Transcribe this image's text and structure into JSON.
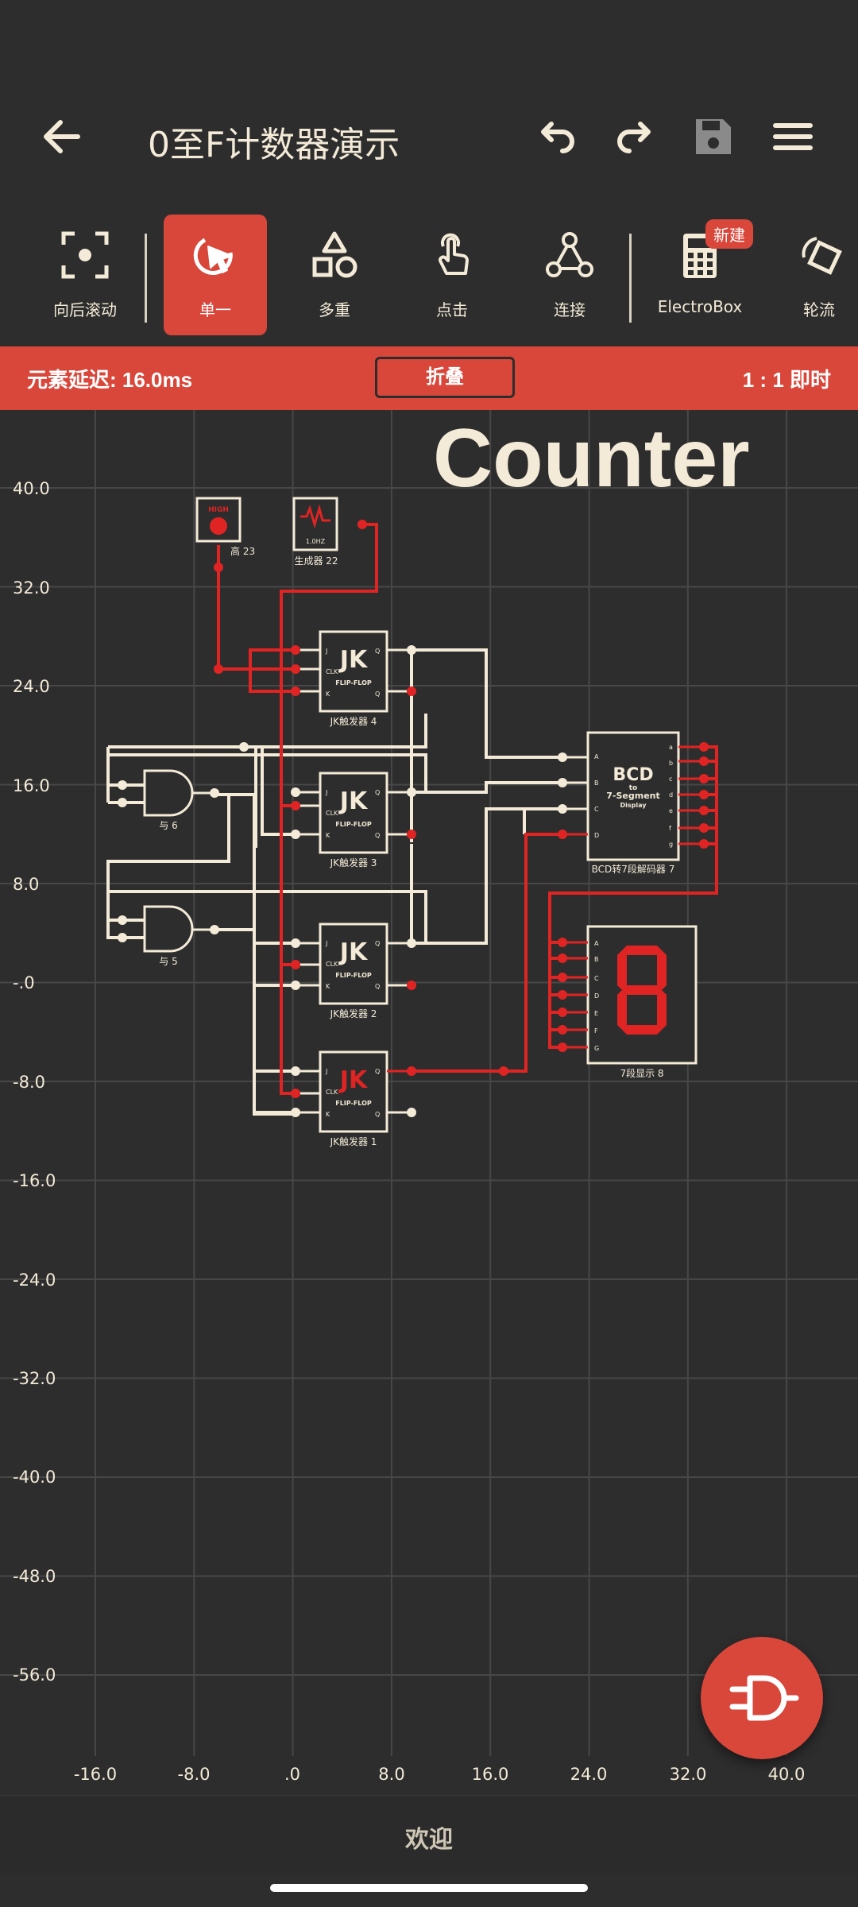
{
  "appbar": {
    "title": "0至F计数器演示",
    "back_icon": "arrow-left-icon",
    "undo_icon": "undo-icon",
    "redo_icon": "redo-icon",
    "save_icon": "floppy-disk-icon",
    "menu_icon": "hamburger-menu-icon"
  },
  "toolbar": {
    "items": [
      {
        "label": "向后滚动",
        "icon": "scroll-focus-icon"
      },
      {
        "label": "单一",
        "icon": "single-select-cursor-icon",
        "active": true
      },
      {
        "label": "多重",
        "icon": "shapes-icon"
      },
      {
        "label": "点击",
        "icon": "tap-hand-icon"
      },
      {
        "label": "连接",
        "icon": "connect-nodes-icon"
      },
      {
        "label": "ElectroBox",
        "icon": "calculator-icon",
        "badge": "新建"
      },
      {
        "label": "轮流",
        "icon": "rotate-icon"
      }
    ]
  },
  "status": {
    "delay": "元素延迟: 16.0ms",
    "collapse": "折叠",
    "scale": "1 : 1 即时"
  },
  "canvas": {
    "heading": "Counter",
    "y_ticks": [
      "40.0",
      "32.0",
      "24.0",
      "16.0",
      "8.0",
      "-.0",
      "-8.0",
      "-16.0",
      "-24.0",
      "-32.0",
      "-40.0",
      "-48.0",
      "-56.0"
    ],
    "x_ticks": [
      "-16.0",
      "-8.0",
      ".0",
      "8.0",
      "16.0",
      "24.0",
      "32.0",
      "40.0"
    ],
    "components": {
      "high": {
        "label": "高 23",
        "top": "HIGH"
      },
      "generator": {
        "label": "生成器 22",
        "freq": "1.0HZ"
      },
      "jk4": {
        "label": "JK触发器 4"
      },
      "jk3": {
        "label": "JK触发器 3"
      },
      "jk2": {
        "label": "JK触发器 2"
      },
      "jk1": {
        "label": "JK触发器 1"
      },
      "and6": {
        "label": "与 6"
      },
      "and5": {
        "label": "与 5"
      },
      "bcd": {
        "label": "BCD转7段解码器 7",
        "t1": "BCD",
        "t2": "to",
        "t3": "7-Segment",
        "t4": "Display"
      },
      "seg": {
        "label": "7段显示 8"
      },
      "jk_text": "JK",
      "ff_text": "FLIP-FLOP",
      "pin_j": "J",
      "pin_clk": "CLK",
      "pin_k": "K",
      "pin_q": "Q",
      "bcd_in": [
        "A",
        "B",
        "C",
        "D"
      ],
      "bcd_out": [
        "a",
        "b",
        "c",
        "d",
        "e",
        "f",
        "g"
      ],
      "seg_in": [
        "A",
        "B",
        "C",
        "D",
        "E",
        "F",
        "G"
      ]
    },
    "colors": {
      "wire_on": "#e02424",
      "wire_off": "#f3ead7",
      "accent": "#d9463a"
    }
  },
  "bottom": {
    "welcome": "欢迎"
  },
  "fab": {
    "icon": "logic-gate-icon"
  }
}
